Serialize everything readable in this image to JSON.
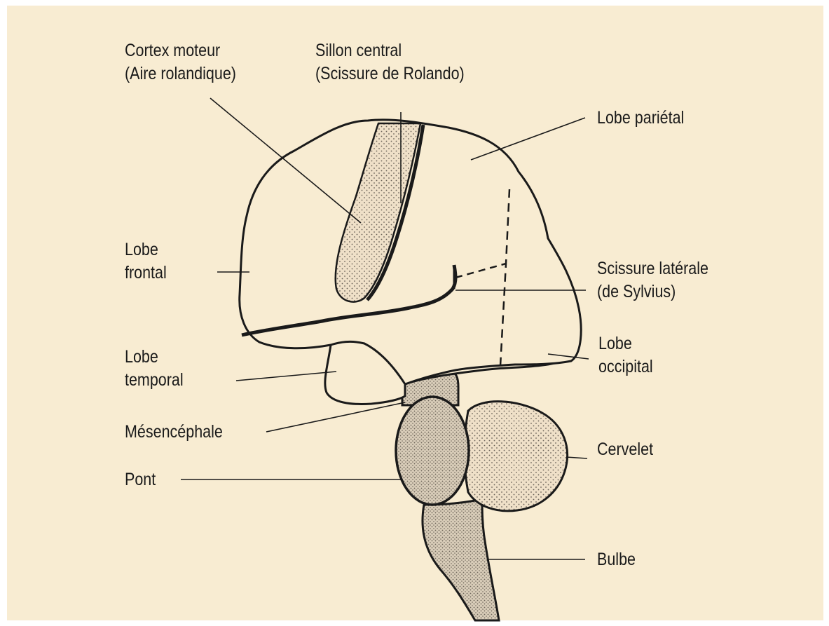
{
  "colors": {
    "background": "#f8ecd2",
    "ink": "#1a1a1a",
    "stipple_fill": "#efe0c8",
    "stipple_dot": "#6b6358",
    "dense_fill": "#d9cdb9"
  },
  "labels": {
    "cortex_moteur": [
      "Cortex moteur",
      "(Aire rolandique)"
    ],
    "sillon_central": [
      "Sillon central",
      "(Scissure de Rolando)"
    ],
    "lobe_parietal": [
      "Lobe pariétal"
    ],
    "lobe_frontal": [
      "Lobe",
      "frontal"
    ],
    "scissure_laterale": [
      "Scissure latérale",
      "(de Sylvius)"
    ],
    "lobe_temporal": [
      "Lobe",
      "temporal"
    ],
    "lobe_occipital": [
      "Lobe",
      "occipital"
    ],
    "mesencephale": [
      "Mésencéphale"
    ],
    "cervelet": [
      "Cervelet"
    ],
    "pont": [
      "Pont"
    ],
    "bulbe": [
      "Bulbe"
    ]
  }
}
